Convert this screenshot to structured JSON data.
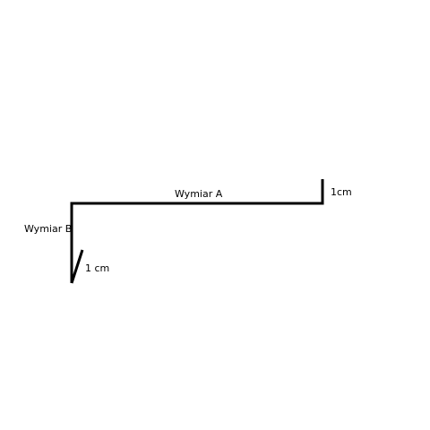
{
  "diagram": {
    "labels": {
      "dimension_a": "Wymiar A",
      "dimension_b": "Wymiar B",
      "hem_top": "1cm",
      "hem_bottom": "1 cm"
    },
    "colors": {
      "stroke": "#000000",
      "background": "#ffffff"
    }
  }
}
